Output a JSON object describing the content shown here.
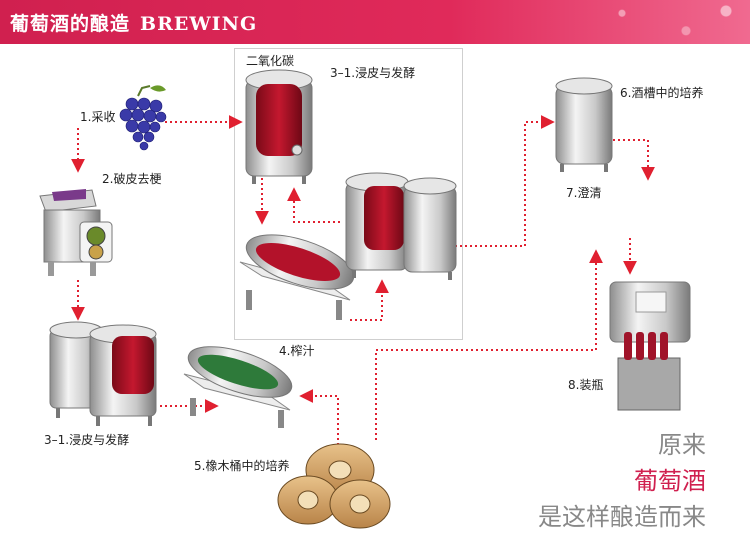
{
  "header": {
    "title_cn": "葡萄酒的酿造",
    "title_en": "BREWING"
  },
  "steps": {
    "s1": "1.采收",
    "s2": "2.破皮去梗",
    "s3a": "3–1.浸皮与发酵",
    "s3b": "3–1.浸皮与发酵",
    "co2": "二氧化碳",
    "s4": "4.榨汁",
    "s5": "5.橡木桶中的培养",
    "s6": "6.酒槽中的培养",
    "s7": "7.澄清",
    "s8": "8.装瓶"
  },
  "slogan": {
    "line1": "原来",
    "line2": "葡萄酒",
    "line3": "是这样酿造而来"
  },
  "colors": {
    "accent": "#d0204f",
    "arrow": "#e02030",
    "wine": "#b3122a",
    "steel": "#cfcfcf"
  }
}
